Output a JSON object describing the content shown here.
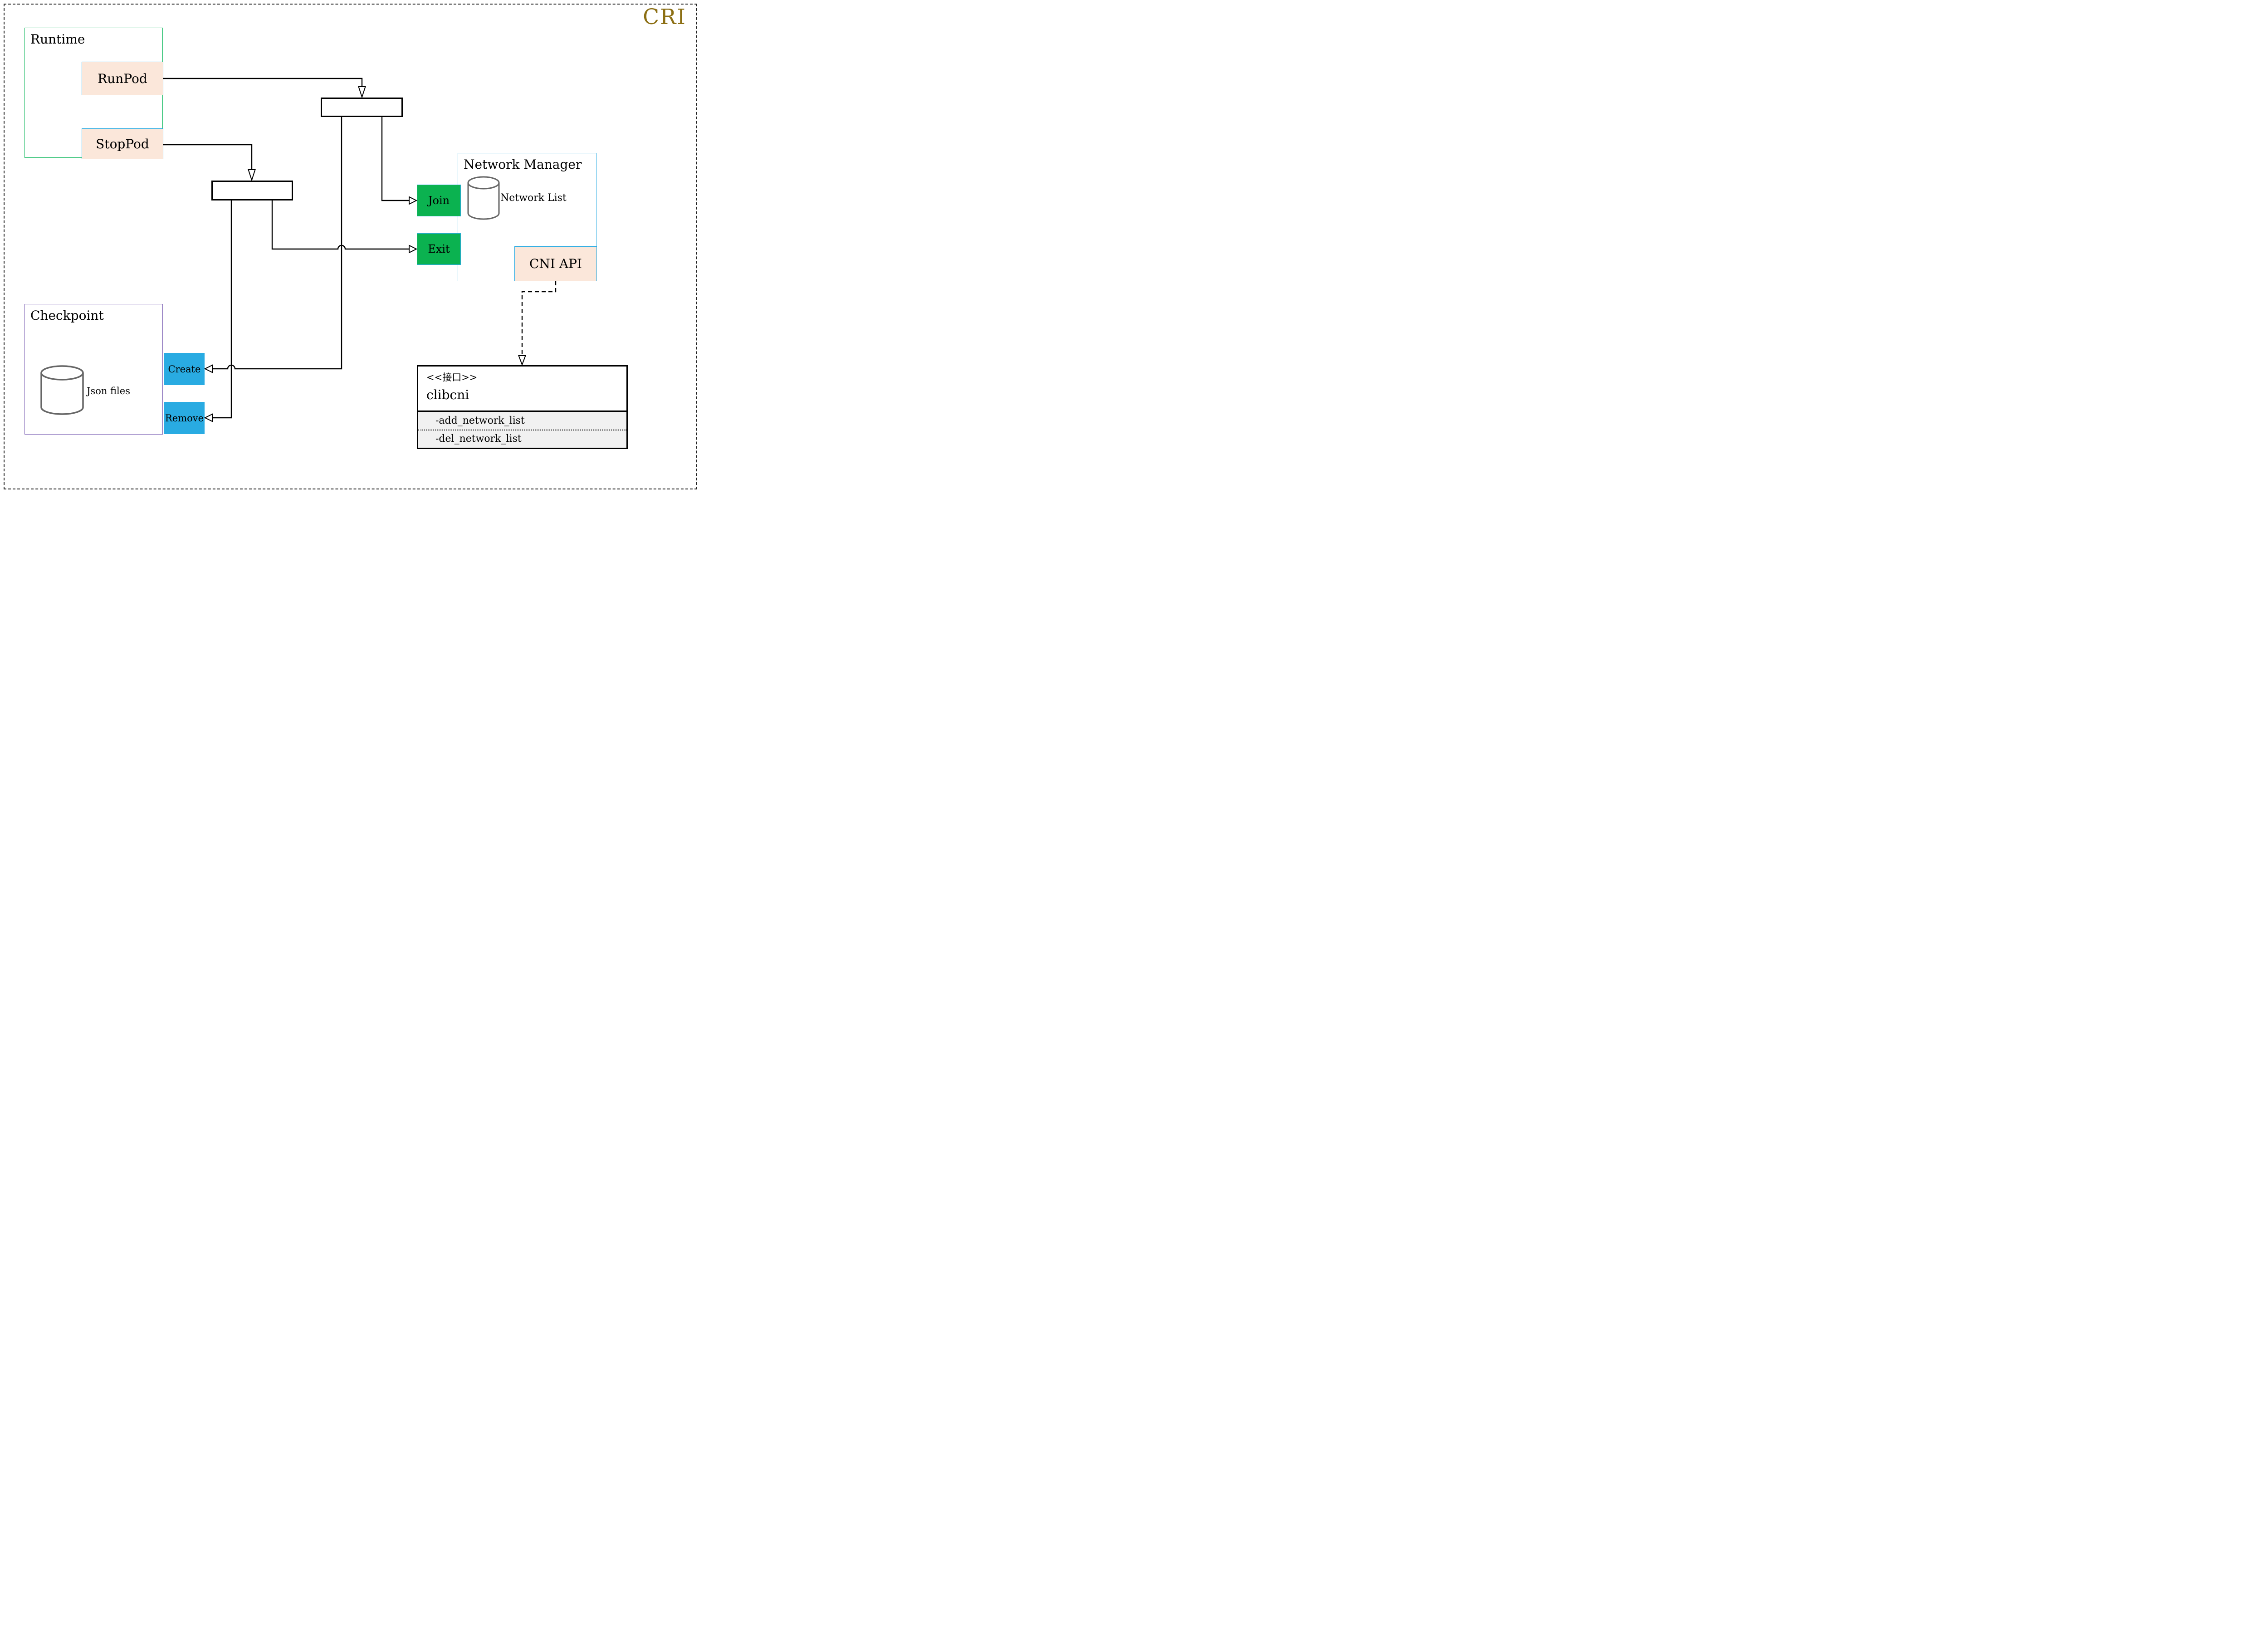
{
  "header": {
    "badge": "CRI"
  },
  "runtime": {
    "label": "Runtime",
    "items": [
      {
        "label": "RunPod"
      },
      {
        "label": "StopPod"
      }
    ]
  },
  "network_manager": {
    "label": "Network Manager",
    "datastore_label": "Network List",
    "ops": [
      {
        "label": "Join"
      },
      {
        "label": "Exit"
      }
    ],
    "api_label": "CNI API"
  },
  "checkpoint": {
    "label": "Checkpoint",
    "datastore_label": "Json files",
    "ops": [
      {
        "label": "Create"
      },
      {
        "label": "Remove"
      }
    ]
  },
  "interface_class": {
    "stereotype": "<<接口>>",
    "name": "clibcni",
    "methods": [
      "-add_network_list",
      "-del_network_list"
    ]
  },
  "icons": {
    "network_datastore": "database-cylinder-icon",
    "checkpoint_datastore": "database-cylinder-icon"
  },
  "colors": {
    "accent_gold": "#8C6F14",
    "runtime_border_green": "#12B95F",
    "blue": "#29ABE2",
    "peach_fill": "#FBE7DA",
    "op_green": "#0BB250",
    "checkpoint_border_purple": "#7E63B5",
    "cylinder_gray": "#666666",
    "interface_section_gray": "#F1F1F1",
    "line_black": "#000000"
  }
}
